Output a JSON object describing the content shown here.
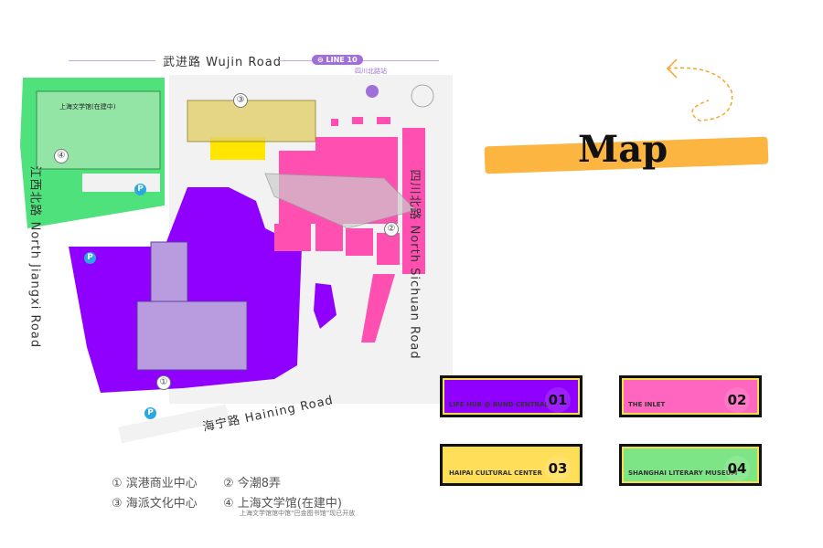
{
  "roads": {
    "top": "武进路 Wujin Road",
    "left": "江西北路 North Jiangxi Road",
    "right": "四川北路 North Sichuan Road",
    "bottom": "海宁路 Haining Road"
  },
  "metro": {
    "line": "⊖ LINE 10",
    "station": "四川北路站"
  },
  "map_labels": {
    "literary_building": "上海文学馆(在建中)",
    "n1": "①",
    "n2": "②",
    "n3": "③",
    "n4": "④",
    "parking": "P"
  },
  "legend": {
    "items": [
      "① 滨港商业中心",
      "② 今潮8弄",
      "③ 海派文化中心",
      "④ 上海文学馆(在建中)"
    ],
    "note": "上海文学馆馆中馆“巴金图书馆”现已开放"
  },
  "heading": "Map",
  "cards": [
    {
      "label": "LIFE HUB @ BUND CENTRAL",
      "num": "01",
      "color": "#9000ff"
    },
    {
      "label": "THE INLET",
      "num": "02",
      "color": "#ff66c0"
    },
    {
      "label": "HAIPAI CULTURAL CENTER",
      "num": "03",
      "color": "#ffde5a"
    },
    {
      "label": "SHANGHAI LITERARY MUSEUM",
      "num": "04",
      "color": "#7ee586"
    }
  ]
}
